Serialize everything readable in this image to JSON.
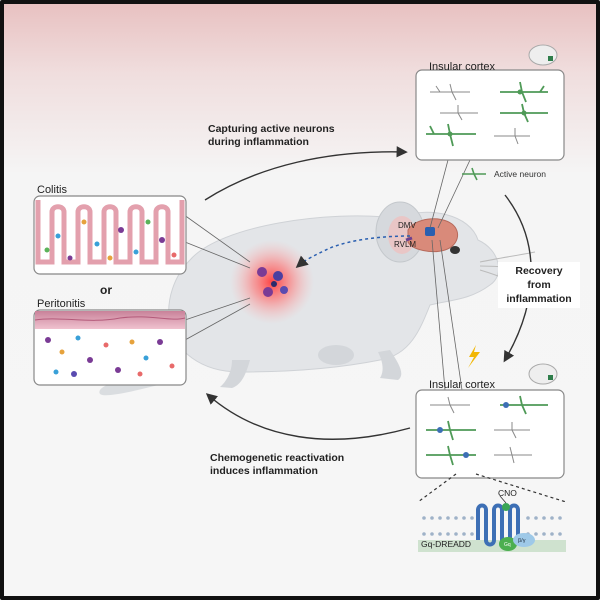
{
  "labels": {
    "capturing": [
      "Capturing active neurons",
      "during inflammation"
    ],
    "insular_top": "Insular cortex",
    "insular_bottom": "Insular cortex",
    "active_neuron": "Active neuron",
    "recovery": [
      "Recovery",
      "from",
      "inflammation"
    ],
    "chemogenetic": [
      "Chemogenetic reactivation",
      "induces inflammation"
    ],
    "colitis": "Colitis",
    "or": "or",
    "peritonitis": "Peritonitis",
    "dmv": "DMV",
    "rvlm": "RVLM",
    "cno": "CNO",
    "gq_dreadd": "Gq-DREADD",
    "gq": "Gq",
    "beta_gamma": "β/γ"
  },
  "colors": {
    "neuron_active": "#4f9a57",
    "neuron_inactive": "#8a8a8a",
    "receptor": "#3d6fb5",
    "gut_wall": "#e3a0ad",
    "inflammation": "#e85a5a",
    "arrow": "#333333"
  },
  "icons": [
    "brain-slice-icon",
    "lightning-icon",
    "mouse-illustration"
  ]
}
